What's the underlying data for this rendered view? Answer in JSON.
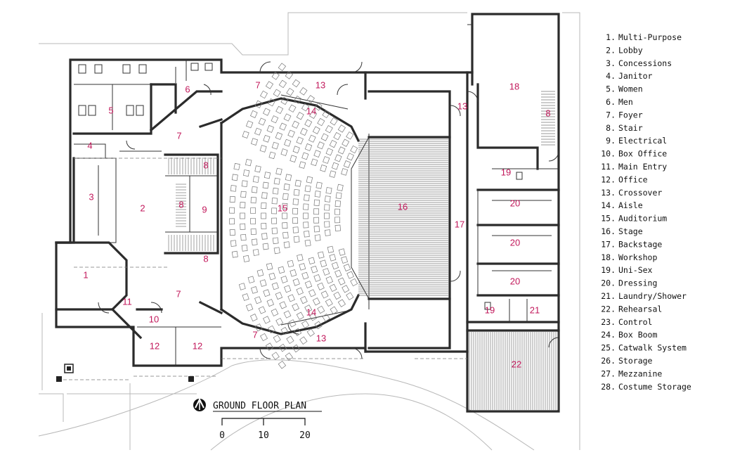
{
  "title": "GROUND FLOOR PLAN",
  "scale_labels": [
    "0",
    "10",
    "20"
  ],
  "legend": [
    {
      "num": "1.",
      "label": "Multi-Purpose"
    },
    {
      "num": "2.",
      "label": "Lobby"
    },
    {
      "num": "3.",
      "label": "Concessions"
    },
    {
      "num": "4.",
      "label": "Janitor"
    },
    {
      "num": "5.",
      "label": "Women"
    },
    {
      "num": "6.",
      "label": "Men"
    },
    {
      "num": "7.",
      "label": "Foyer"
    },
    {
      "num": "8.",
      "label": "Stair"
    },
    {
      "num": "9.",
      "label": "Electrical"
    },
    {
      "num": "10.",
      "label": "Box Office"
    },
    {
      "num": "11.",
      "label": "Main Entry"
    },
    {
      "num": "12.",
      "label": "Office"
    },
    {
      "num": "13.",
      "label": "Crossover"
    },
    {
      "num": "14.",
      "label": "Aisle"
    },
    {
      "num": "15.",
      "label": "Auditorium"
    },
    {
      "num": "16.",
      "label": "Stage"
    },
    {
      "num": "17.",
      "label": "Backstage"
    },
    {
      "num": "18.",
      "label": "Workshop"
    },
    {
      "num": "19.",
      "label": "Uni-Sex"
    },
    {
      "num": "20.",
      "label": "Dressing"
    },
    {
      "num": "21.",
      "label": "Laundry/Shower"
    },
    {
      "num": "22.",
      "label": "Rehearsal"
    },
    {
      "num": "23.",
      "label": "Control"
    },
    {
      "num": "24.",
      "label": "Box Boom"
    },
    {
      "num": "25.",
      "label": "Catwalk System"
    },
    {
      "num": "26.",
      "label": "Storage"
    },
    {
      "num": "27.",
      "label": "Mezzanine"
    },
    {
      "num": "28.",
      "label": "Costume Storage"
    }
  ],
  "room_labels": {
    "r1": "1",
    "r2": "2",
    "r3": "3",
    "r4": "4",
    "r5": "5",
    "r6": "6",
    "r7a": "7",
    "r7b": "7",
    "r7c": "7",
    "r7d": "7",
    "r8a": "8",
    "r8b": "8",
    "r8c": "8",
    "r8d": "8",
    "r9": "9",
    "r10": "10",
    "r11": "11",
    "r12a": "12",
    "r12b": "12",
    "r13a": "13",
    "r13b": "13",
    "r13c": "13",
    "r14a": "14",
    "r14b": "14",
    "r15": "15",
    "r16": "16",
    "r17": "17",
    "r18": "18",
    "r19a": "19",
    "r19b": "19",
    "r20a": "20",
    "r20b": "20",
    "r20c": "20",
    "r21": "21",
    "r22": "22"
  },
  "colors": {
    "room_number": "#c2185b",
    "walls": "#2b2b2b",
    "text": "#111111"
  },
  "icons": {
    "north_arrow": "north-arrow-icon"
  }
}
